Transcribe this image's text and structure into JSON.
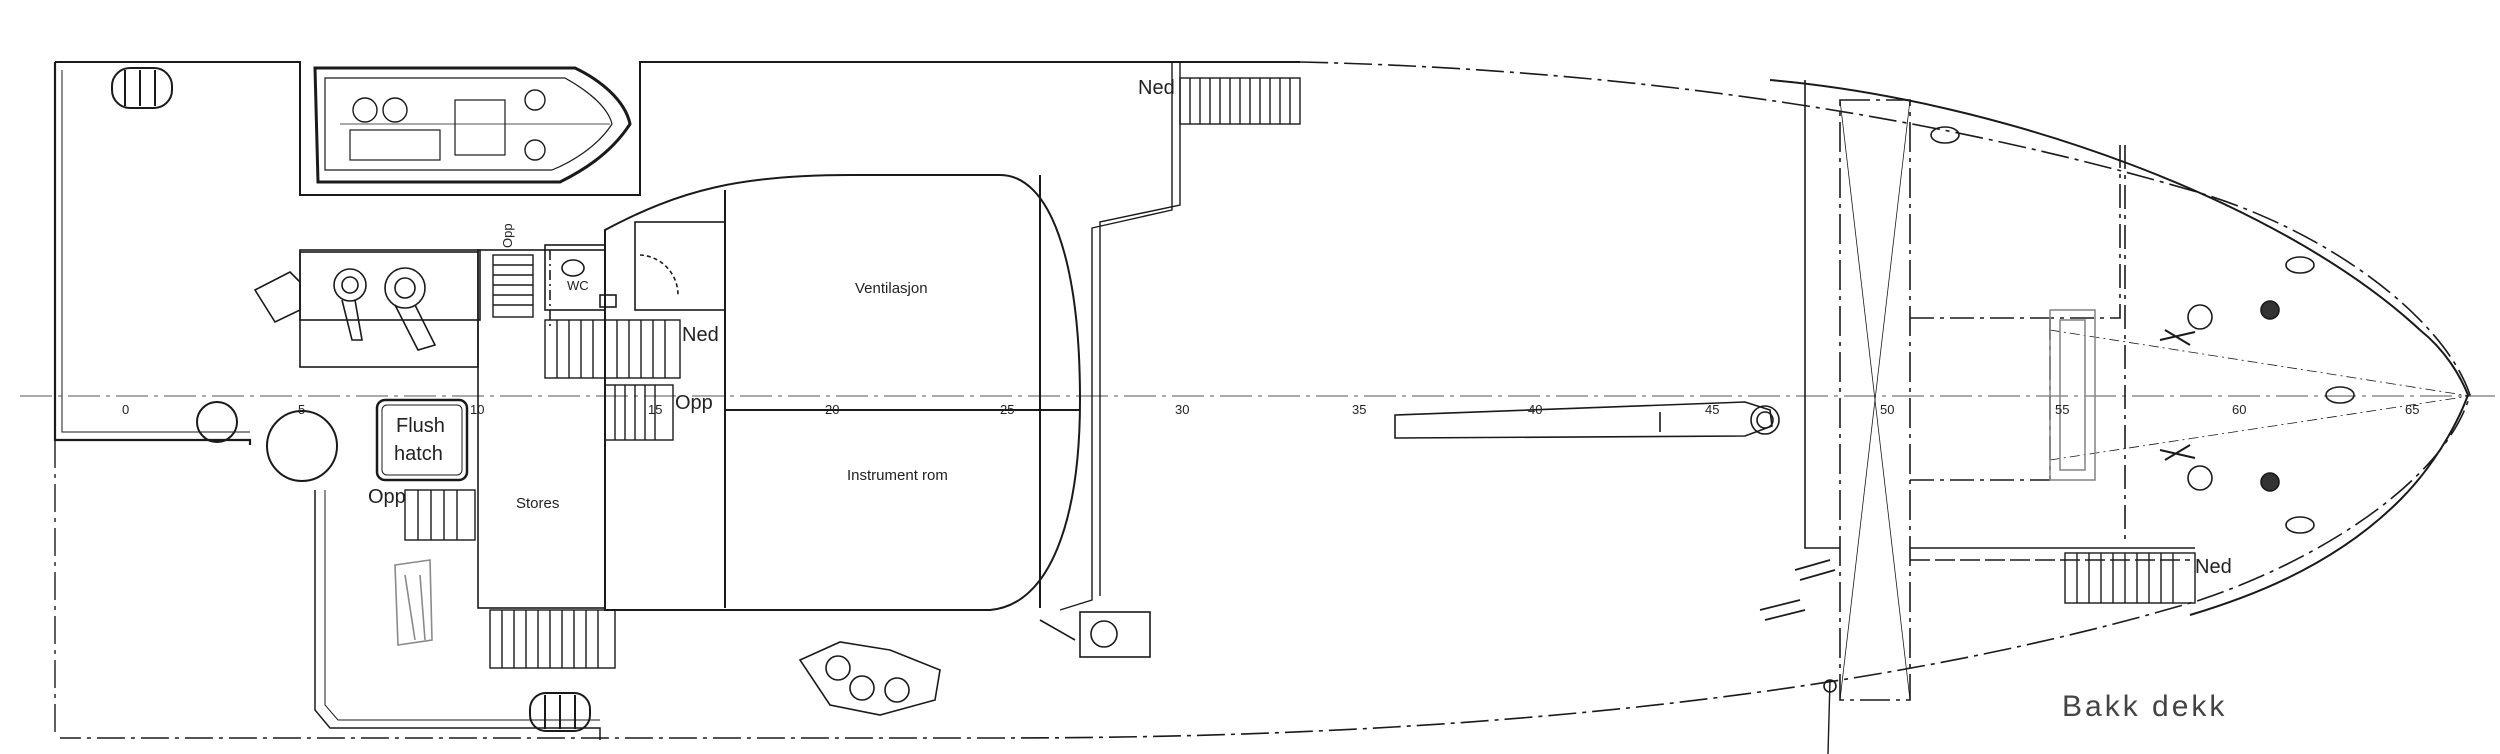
{
  "drawing": {
    "deck_name": "Bakk dekk",
    "rooms": {
      "ventilation": "Ventilasjon",
      "instrument": "Instrument rom",
      "stores": "Stores",
      "wc": "WC"
    },
    "hatch": {
      "line1": "Flush",
      "line2": "hatch"
    },
    "stairs": {
      "down_aft": "Ned",
      "down_mid": "Ned",
      "down_fwd": "Ned",
      "up_small": "Opp",
      "up_mid": "Opp",
      "up_vertical": "Opp"
    },
    "frames": {
      "f0": "0",
      "f5": "5",
      "f10": "10",
      "f15": "15",
      "f20": "20",
      "f25": "25",
      "f30": "30",
      "f35": "35",
      "f40": "40",
      "f45": "45",
      "f50": "50",
      "f55": "55",
      "f60": "60",
      "f65": "65"
    }
  },
  "colors": {
    "line": "#1a1a1a",
    "thin": "#555555",
    "grey": "#8a8a8a"
  }
}
